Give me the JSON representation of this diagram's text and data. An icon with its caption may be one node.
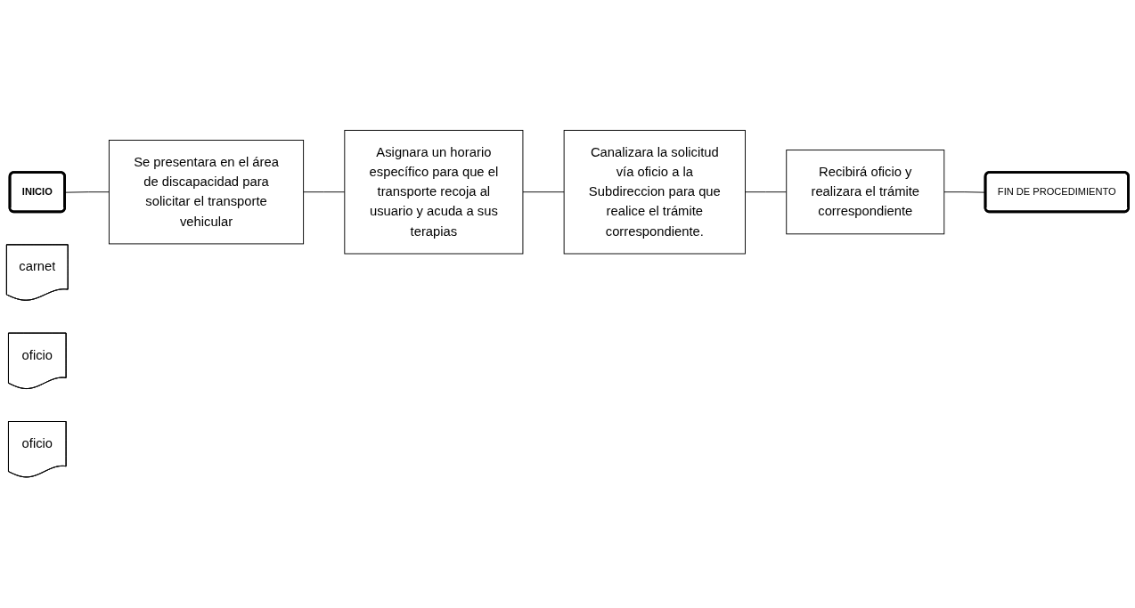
{
  "diagram": {
    "nodes": [
      {
        "text": [
          "INICIO"
        ]
      },
      {
        "text": [
          "Se presentara en el área de discapacidad para solicitar el transporte vehicular"
        ]
      },
      {
        "text": [
          "carnet"
        ]
      },
      {
        "text": [
          "Asignara un horario específico para que el transporte recoja al usuario y acuda a sus terapias"
        ]
      },
      {
        "text": [
          "Canalizara la solicitud vía oficio a la Subdireccion para que realice el trámite correspondiente."
        ]
      },
      {
        "text": [
          "oficio"
        ]
      },
      {
        "text": [
          "Recibirá oficio y realizara el trámite correspondiente"
        ]
      },
      {
        "text": [
          "oficio"
        ]
      },
      {
        "text": [
          "FIN DE PROCEDIMIENTO"
        ]
      }
    ],
    "edges": [
      {
        "from": 0,
        "to": 1,
        "arrow": "none"
      },
      {
        "from": 1,
        "to": 3,
        "arrow": "none"
      },
      {
        "from": 3,
        "to": 4,
        "arrow": "none"
      },
      {
        "from": 4,
        "to": 6,
        "arrow": "none"
      },
      {
        "from": 6,
        "to": 8,
        "arrow": "none"
      }
    ]
  }
}
